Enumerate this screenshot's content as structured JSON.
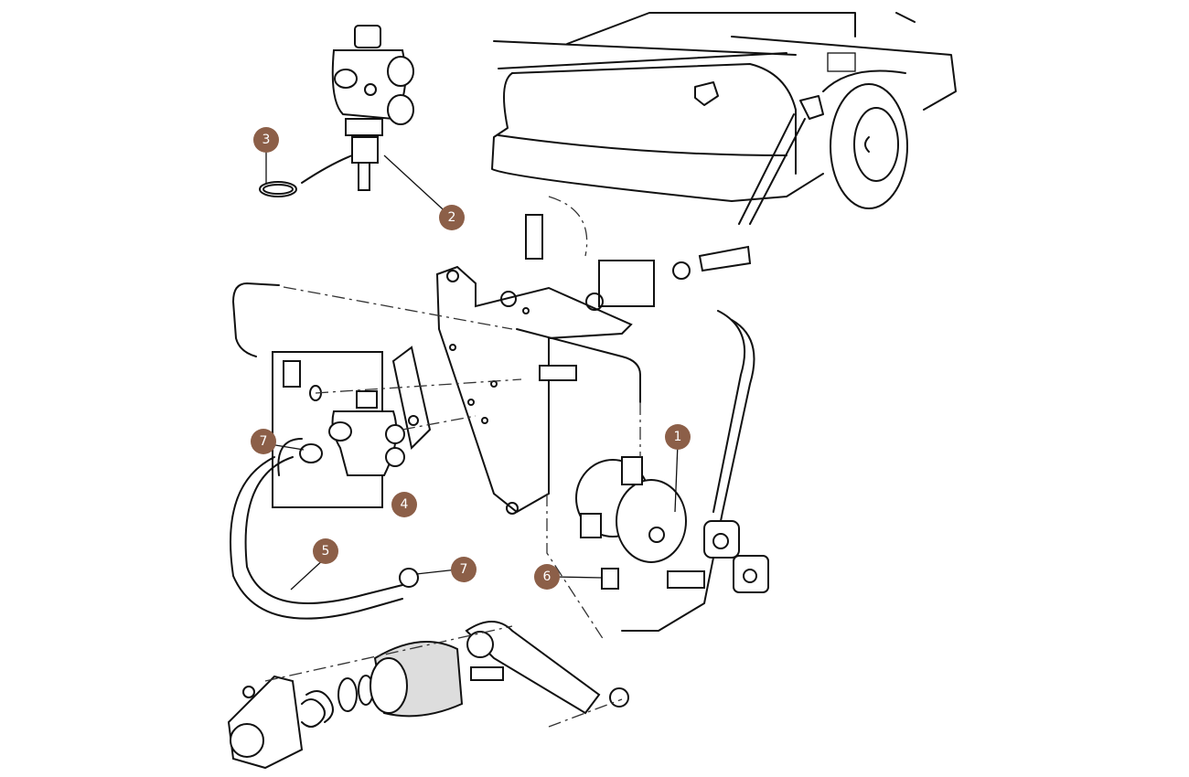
{
  "diagram": {
    "accent_color": "#8c5f48",
    "callouts": [
      {
        "id": "c3",
        "label": "3"
      },
      {
        "id": "c2",
        "label": "2"
      },
      {
        "id": "c1",
        "label": "1"
      },
      {
        "id": "c7a",
        "label": "7"
      },
      {
        "id": "c4",
        "label": "4"
      },
      {
        "id": "c5",
        "label": "5"
      },
      {
        "id": "c7b",
        "label": "7"
      },
      {
        "id": "c6",
        "label": "6"
      }
    ]
  }
}
